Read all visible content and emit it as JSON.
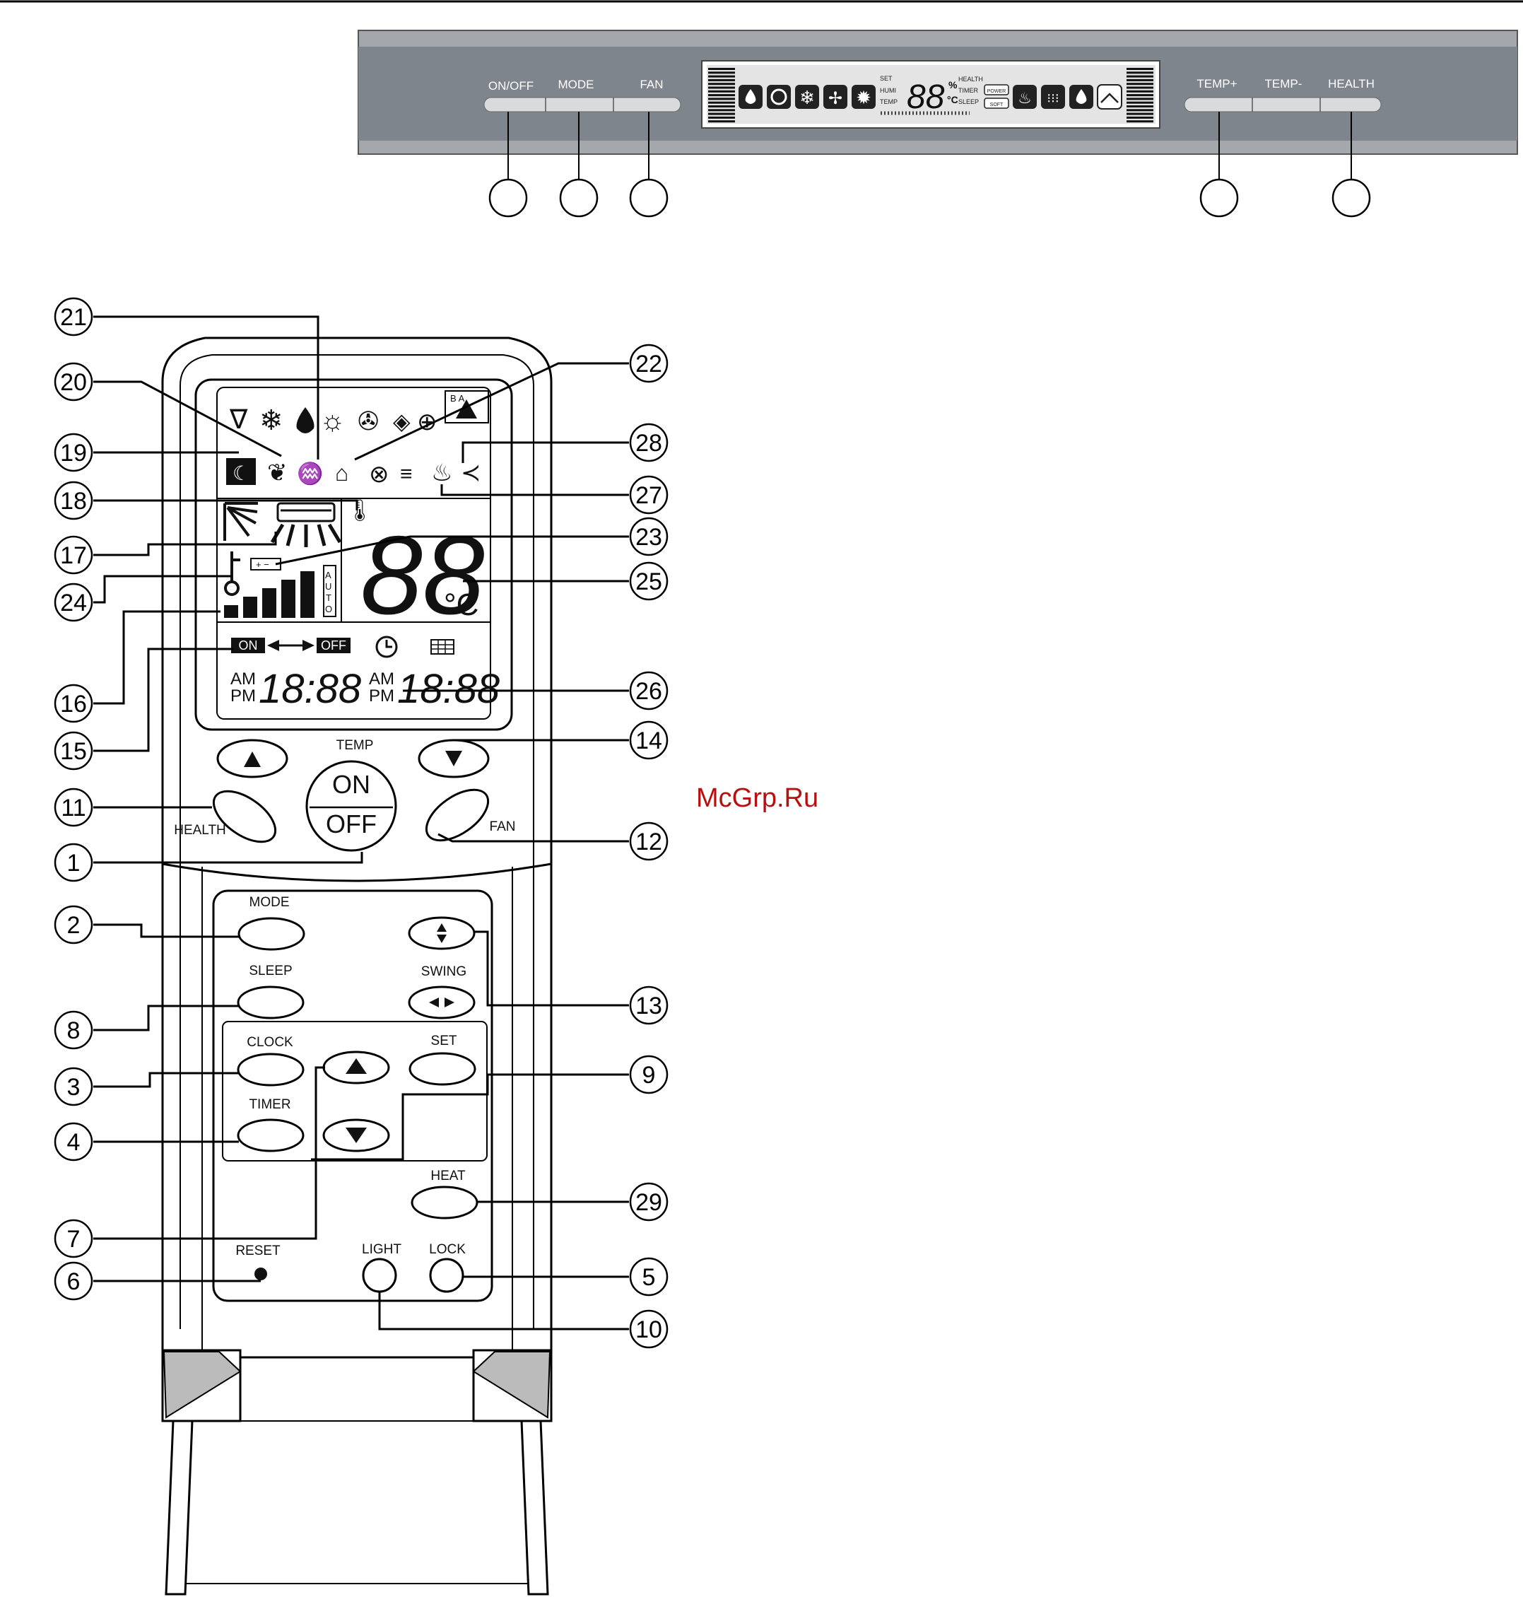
{
  "panel": {
    "buttons_left": [
      "ON/OFF",
      "MODE",
      "FAN"
    ],
    "buttons_right": [
      "TEMP+",
      "TEMP-",
      "HEALTH"
    ],
    "display": {
      "set": "SET",
      "humi": "HUMI",
      "temp": "TEMP",
      "digits": "88",
      "percent": "%",
      "celsius": "°C",
      "health": "HEALTH",
      "timer": "TIMER",
      "sleep": "SLEEP",
      "power": "POWER",
      "soft": "SOFT"
    }
  },
  "remote": {
    "temp_label": "TEMP",
    "on": "ON",
    "off": "OFF",
    "health": "HEALTH",
    "fan": "FAN",
    "mode": "MODE",
    "sleep": "SLEEP",
    "swing": "SWING",
    "clock": "CLOCK",
    "set": "SET",
    "timer": "TIMER",
    "heat": "HEAT",
    "reset": "RESET",
    "light": "LIGHT",
    "lock": "LOCK",
    "lcd": {
      "big_digits": "88",
      "celsius": "°C",
      "on_tag": "ON",
      "off_tag": "OFF",
      "am": "AM",
      "pm": "PM",
      "time1": "18:88",
      "time2": "18:88",
      "auto": "AUTO",
      "ba": "B  A"
    }
  },
  "callouts_left": [
    "21",
    "20",
    "19",
    "18",
    "17",
    "24",
    "16",
    "15",
    "11",
    "1",
    "2",
    "8",
    "3",
    "4",
    "7",
    "6"
  ],
  "callouts_right": [
    "22",
    "28",
    "27",
    "23",
    "25",
    "26",
    "14",
    "12",
    "13",
    "9",
    "29",
    "5",
    "10"
  ],
  "watermark": "McGrp.Ru"
}
